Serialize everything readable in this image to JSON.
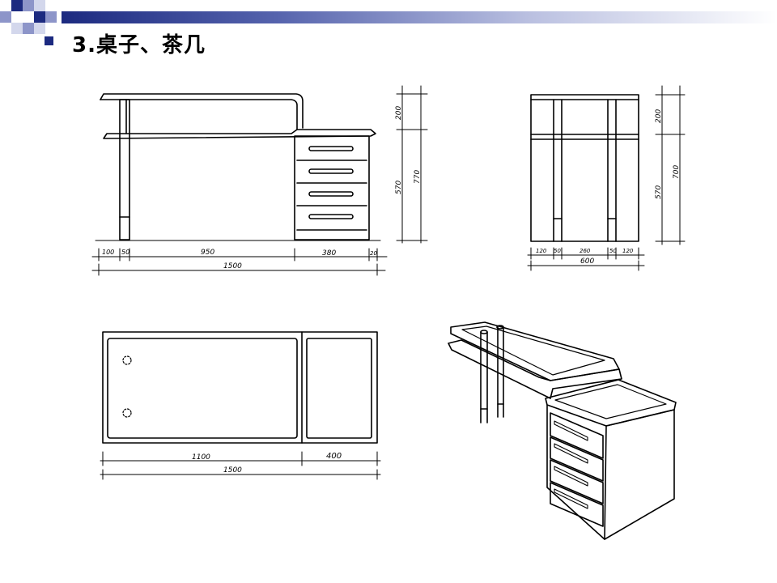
{
  "slide": {
    "title": "3.桌子、茶几",
    "colors": {
      "accent": "#1c2a80",
      "line": "#000000",
      "background": "#ffffff"
    }
  },
  "front_view": {
    "widths": [
      "100",
      "50",
      "950",
      "380",
      "20"
    ],
    "total": "1500",
    "heights": [
      "200",
      "570"
    ],
    "height_total": "770"
  },
  "side_view": {
    "widths": [
      "120",
      "50",
      "260",
      "50",
      "120"
    ],
    "total": "600",
    "heights": [
      "200",
      "570"
    ],
    "height_total": "700"
  },
  "top_view": {
    "widths": [
      "1100",
      "400"
    ],
    "total": "1500"
  }
}
